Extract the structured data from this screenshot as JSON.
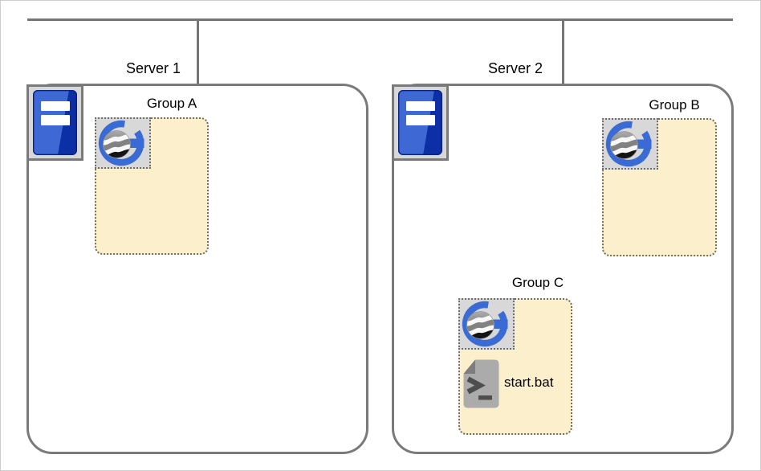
{
  "servers": [
    {
      "label": "Server 1",
      "groups": [
        {
          "label": "Group A",
          "items": []
        }
      ]
    },
    {
      "label": "Server 2",
      "groups": [
        {
          "label": "Group B",
          "items": []
        },
        {
          "label": "Group C",
          "items": [
            {
              "label": "start.bat",
              "icon": "batch-script-icon"
            }
          ]
        }
      ]
    }
  ],
  "icons": {
    "server": "server-tower-icon",
    "group": "g-logo-globe-icon",
    "script": "batch-script-icon"
  },
  "colors": {
    "line": "#757575",
    "box_border": "#7a7a7a",
    "group_fill": "#FCEFCB",
    "group_border": "#6e6e6e",
    "icon_bg": "#d8d8d8",
    "blue_primary": "#3A6BD5",
    "tower_dark": "#0c2fa6",
    "tower_light": "#3e68d4",
    "doc_grey": "#ababab",
    "doc_fold": "#7d7d7d",
    "doc_glyph": "#4e4e4e"
  }
}
